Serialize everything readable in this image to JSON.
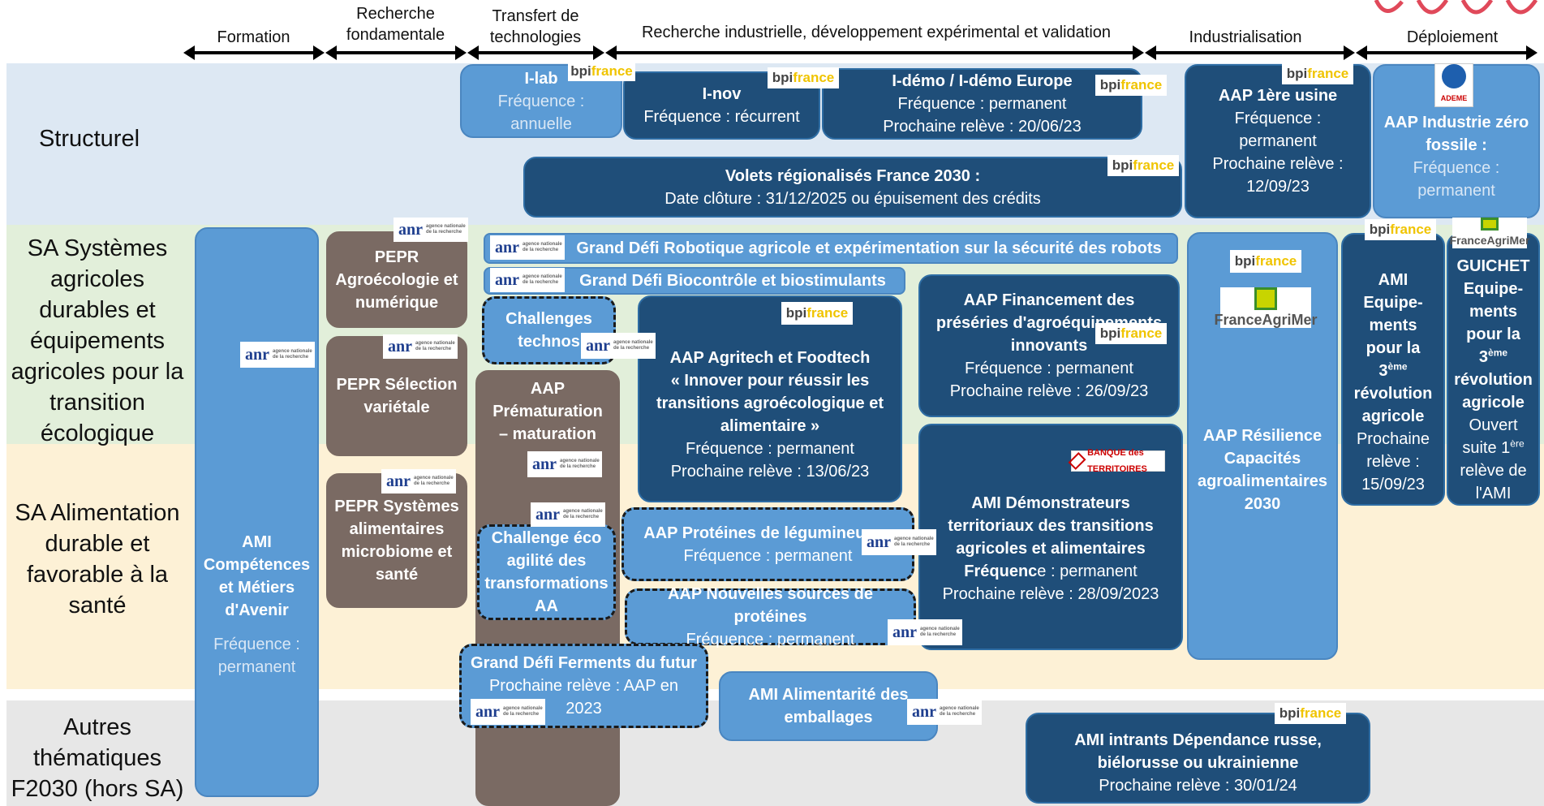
{
  "headers": {
    "formation": "Formation",
    "recherche": "Recherche fondamentale",
    "transfert": "Transfert de technologies",
    "industrielle": "Recherche industrielle, développement expérimental et validation",
    "industrialisation": "Industrialisation",
    "deploiement": "Déploiement"
  },
  "rows": {
    "structurel": "Structurel",
    "sa_systemes": "SA Systèmes agricoles durables et équipements agricoles pour la transition écologique",
    "sa_alimentation": "SA Alimentation durable et favorable à la santé",
    "autres": "Autres thématiques F2030 (hors SA)"
  },
  "logos": {
    "bpi_a": "bpi",
    "bpi_b": "france",
    "anr": "anr",
    "anr_sub": "agence nationale de la recherche",
    "franceagrimer": "FranceAgriMer",
    "bdt": "BANQUE des TERRITOIRES",
    "ademe": "ADEME"
  },
  "boxes": {
    "ilab": {
      "title": "I-lab",
      "l1": "Fréquence :",
      "l2": "annuelle"
    },
    "inov": {
      "title": "I-nov",
      "l1": "Fréquence : récurrent"
    },
    "idemo": {
      "title": "I-démo / I-démo Europe",
      "l1": "Fréquence : permanent",
      "l2": "Prochaine relève : 20/06/23"
    },
    "usine": {
      "title": "AAP 1ère usine",
      "l1": "Fréquence :",
      "l2": "permanent",
      "l3": "Prochaine relève :",
      "l4": "12/09/23"
    },
    "zerofossile": {
      "title1": "AAP Industrie zéro",
      "title2": "fossile",
      "colon": " :",
      "l1": "Fréquence :",
      "l2": "permanent"
    },
    "volets": {
      "title": "Volets régionalisés France 2030 :",
      "l1": "Date clôture : 31/12/2025 ou épuisement des crédits"
    },
    "robotique": {
      "title": "Grand Défi Robotique agricole et expérimentation sur la sécurité des robots"
    },
    "biocontrole": {
      "title": "Grand Défi Biocontrôle et biostimulants"
    },
    "pepr_agro": {
      "l1": "PEPR",
      "l2": "Agroécologie et",
      "l3": "numérique"
    },
    "pepr_sel": {
      "l1": "PEPR Sélection",
      "l2": "variétale"
    },
    "pepr_sys": {
      "l1": "PEPR Systèmes",
      "l2": "alimentaires",
      "l3": "microbiome et",
      "l4": "santé"
    },
    "ami_comp": {
      "l1": "AMI",
      "l2": "Compétences",
      "l3": "et Métiers",
      "l4": "d'Avenir",
      "l5": "Fréquence :",
      "l6": "permanent"
    },
    "challenges_techno": {
      "l1": "Challenges",
      "l2": "technos"
    },
    "premat": {
      "l1": "AAP",
      "l2": "Prématuration",
      "l3": "– maturation"
    },
    "challenge_eco": {
      "l1": "Challenge éco",
      "l2": "agilité des",
      "l3": "transformations",
      "l4": "AA"
    },
    "agritech": {
      "l1": "AAP Agritech et Foodtech",
      "l2": "« Innover pour réussir les",
      "l3": "transitions agroécologique et",
      "l4": "alimentaire »",
      "l5": "Fréquence : permanent",
      "l6": "Prochaine relève : 13/06/23"
    },
    "preseries": {
      "l1": "AAP Financement des",
      "l2": "préséries d'agroéquipements",
      "l3": "innovants",
      "l4": "Fréquence : permanent",
      "l5": "Prochaine relève : 26/09/23"
    },
    "demonstrateurs": {
      "l1": "AMI Démonstrateurs",
      "l2": "territoriaux des transitions",
      "l3": "agricoles et alimentaires",
      "l4a": "Fréquenc",
      "l4b": "e : permanent",
      "l5": "Prochaine relève : 28/09/2023"
    },
    "resilience": {
      "l1": "AAP Résilience",
      "l2": "Capacités",
      "l3": "agroalimentaires",
      "l4": "2030"
    },
    "ami_equip": {
      "l1": "AMI",
      "l2": "Equipe-",
      "l3": "ments",
      "l4": "pour la",
      "l5": "3",
      "l5sup": "ème",
      "l6": "révolution",
      "l7": "agricole",
      "l8": "Prochaine",
      "l9": "relève :",
      "l10": "15/09/23"
    },
    "guichet": {
      "l1": "GUICHET",
      "l2": "Equipe-",
      "l3": "ments",
      "l4": "pour la",
      "l5": "3",
      "l5sup": "ème",
      "l6": "révolution",
      "l7": "agricole",
      "l8": "Ouvert",
      "l9": "suite 1",
      "l9sup": "ère",
      "l10": "relève de",
      "l11": "l'AMI"
    },
    "proteines_leg": {
      "title": "AAP Protéines de légumineuses",
      "l1": "Fréquence : permanent"
    },
    "nouvelles_prot": {
      "title": "AAP Nouvelles sources de protéines",
      "l1": "Fréquence : permanent"
    },
    "ferments": {
      "title": "Grand Défi Ferments du futur",
      "l1": "Prochaine relève : AAP en",
      "l2": "2023"
    },
    "emballages": {
      "l1": "AMI Alimentarité des",
      "l2": "emballages"
    },
    "intrants": {
      "l1": "AMI intrants Dépendance russe,",
      "l2": "biélorusse ou ukrainienne",
      "l3": "Prochaine relève : 30/01/24"
    }
  },
  "colors": {
    "band_structurel": "#dde8f3",
    "band_sa_systemes": "#e2efda",
    "band_sa_alimentation": "#fdf1d6",
    "band_autres": "#e7e7e7",
    "light_blue": "#5b9bd5",
    "dark_blue": "#1f4e79",
    "taupe": "#7a6a63",
    "accent_red": "#e0495a"
  }
}
